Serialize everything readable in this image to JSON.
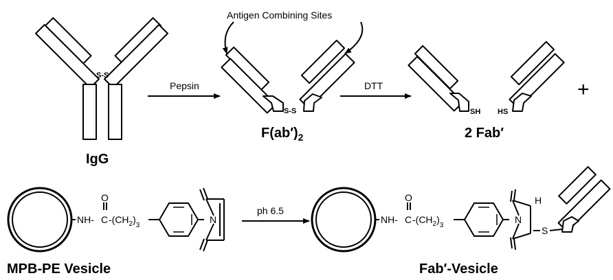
{
  "header": {
    "antigen_sites_label": "Antigen Combining Sites"
  },
  "row1": {
    "igg_label": "IgG",
    "fab2_label": "F(ab′)",
    "fab2_sub": "2",
    "fab_label": "2 Fab′",
    "step1_label": "Pepsin",
    "step2_label": "DTT",
    "disulfide_label_igg": "S-S",
    "disulfide_label_fab2": "S-S",
    "sh_label": "SH",
    "hs_label": "HS",
    "plus_sign": "+"
  },
  "row2": {
    "vesicle_label": "MPB-PE Vesicle",
    "product_label": "Fab′-Vesicle",
    "step3_label": "ph 6.5",
    "linker": {
      "nh": "NH-",
      "c": "C",
      "ch2": "-(CH",
      "ch2_sub": "2",
      "close": ")",
      "close_sub": "3",
      "o": "O",
      "n": "N",
      "h": "H",
      "s": "S"
    }
  }
}
